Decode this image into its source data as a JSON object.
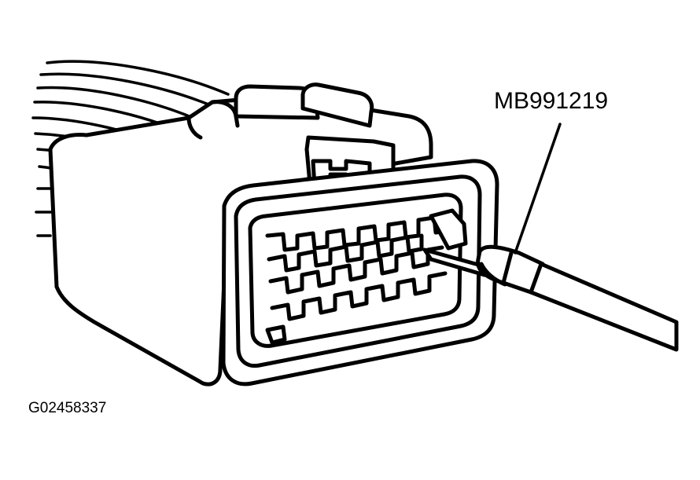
{
  "callout": {
    "label": "MB991219"
  },
  "figure": {
    "id": "G02458337"
  },
  "parts": {
    "connector": "connector-housing",
    "tool": "terminal-probe-tool"
  }
}
